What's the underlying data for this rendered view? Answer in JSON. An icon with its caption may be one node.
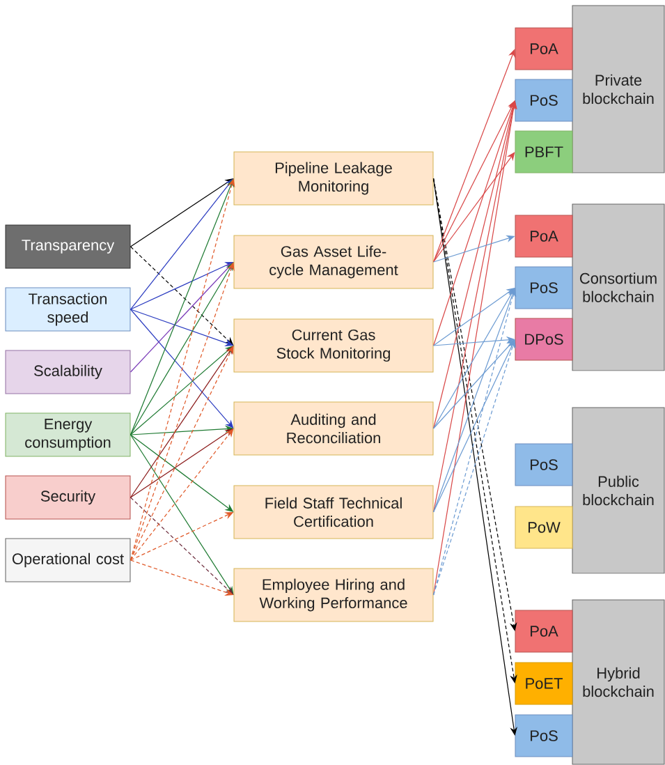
{
  "diagram": {
    "nodes": [
      {
        "text": [
          "Transparency"
        ]
      },
      {
        "text": [
          "Transaction speed"
        ]
      },
      {
        "text": [
          "Scalability"
        ]
      },
      {
        "text": [
          "Energy consumption"
        ]
      },
      {
        "text": [
          "Security"
        ]
      },
      {
        "text": [
          "Operational cost"
        ]
      },
      {
        "text": [
          "Pipeline Leakage Monitoring"
        ]
      },
      {
        "text": [
          "Gas Asset Life-cycle Management"
        ]
      },
      {
        "text": [
          "Current Gas Stock Monitoring"
        ]
      },
      {
        "text": [
          "Auditing and Reconciliation"
        ]
      },
      {
        "text": [
          "Field Staff Technical Certification"
        ]
      },
      {
        "text": [
          "Employee Hiring and Working Performance"
        ]
      },
      {
        "text": [
          "Private blockchain"
        ]
      },
      {
        "text": [
          "PoA"
        ]
      },
      {
        "text": [
          "PoS"
        ]
      },
      {
        "text": [
          "PBFT"
        ]
      },
      {
        "text": [
          "Consortium blockchain"
        ]
      },
      {
        "text": [
          "PoA"
        ]
      },
      {
        "text": [
          "PoS"
        ]
      },
      {
        "text": [
          "DPoS"
        ]
      },
      {
        "text": [
          "Public blockchain"
        ]
      },
      {
        "text": [
          "PoS"
        ]
      },
      {
        "text": [
          "PoW"
        ]
      },
      {
        "text": [
          "Hybrid blockchain"
        ]
      },
      {
        "text": [
          "PoA"
        ]
      },
      {
        "text": [
          "PoET"
        ]
      },
      {
        "text": [
          "PoS"
        ]
      }
    ],
    "edges": [
      {
        "from": 0,
        "to": 6,
        "arrow": "to",
        "color": "#000000"
      },
      {
        "from": 0,
        "to": 8,
        "arrow": "to",
        "style": "dashed",
        "color": "#000000"
      },
      {
        "from": 1,
        "to": 6,
        "arrow": "to",
        "color": "#2a3bc0"
      },
      {
        "from": 1,
        "to": 7,
        "arrow": "to",
        "color": "#2a3bc0"
      },
      {
        "from": 1,
        "to": 8,
        "arrow": "to",
        "color": "#2a3bc0"
      },
      {
        "from": 1,
        "to": 9,
        "arrow": "to",
        "color": "#2a3bc0"
      },
      {
        "from": 2,
        "to": 7,
        "arrow": "to",
        "color": "#7a3bb8"
      },
      {
        "from": 3,
        "to": 6,
        "arrow": "to",
        "color": "#1e7a32"
      },
      {
        "from": 3,
        "to": 7,
        "arrow": "to",
        "color": "#1e7a32"
      },
      {
        "from": 3,
        "to": 8,
        "arrow": "to",
        "color": "#1e7a32"
      },
      {
        "from": 3,
        "to": 9,
        "arrow": "to",
        "color": "#1e7a32"
      },
      {
        "from": 3,
        "to": 10,
        "arrow": "to",
        "color": "#1e7a32"
      },
      {
        "from": 3,
        "to": 11,
        "arrow": "to",
        "color": "#1e7a32"
      },
      {
        "from": 4,
        "to": 8,
        "arrow": "to",
        "color": "#8b1a1a"
      },
      {
        "from": 4,
        "to": 9,
        "arrow": "to",
        "color": "#8b1a1a"
      },
      {
        "from": 4,
        "to": 11,
        "arrow": "to",
        "style": "dashed",
        "color": "#6b2a3a"
      },
      {
        "from": 5,
        "to": 6,
        "arrow": "to",
        "style": "dashed",
        "color": "#e05a2a"
      },
      {
        "from": 5,
        "to": 7,
        "arrow": "to",
        "style": "dashed",
        "color": "#e05a2a"
      },
      {
        "from": 5,
        "to": 8,
        "arrow": "to",
        "style": "dashed",
        "color": "#e05a2a"
      },
      {
        "from": 5,
        "to": 9,
        "arrow": "to",
        "style": "dashed",
        "color": "#e05a2a"
      },
      {
        "from": 5,
        "to": 10,
        "arrow": "to",
        "style": "dashed",
        "color": "#e05a2a"
      },
      {
        "from": 5,
        "to": 11,
        "arrow": "to",
        "style": "dashed",
        "color": "#e05a2a"
      },
      {
        "from": 6,
        "to": 24,
        "arrow": "to",
        "style": "dashed",
        "color": "#000000"
      },
      {
        "from": 6,
        "to": 25,
        "arrow": "to",
        "style": "dashed",
        "color": "#000000"
      },
      {
        "from": 6,
        "to": 26,
        "arrow": "to",
        "color": "#000000"
      },
      {
        "from": 7,
        "to": 13,
        "arrow": "to",
        "color": "#d94848"
      },
      {
        "from": 7,
        "to": 14,
        "arrow": "to",
        "color": "#d94848"
      },
      {
        "from": 7,
        "to": 15,
        "arrow": "to",
        "color": "#d94848"
      },
      {
        "from": 8,
        "to": 14,
        "arrow": "to",
        "color": "#d94848"
      },
      {
        "from": 9,
        "to": 14,
        "arrow": "to",
        "color": "#d94848"
      },
      {
        "from": 10,
        "to": 14,
        "arrow": "to",
        "color": "#d94848"
      },
      {
        "from": 11,
        "to": 14,
        "arrow": "to",
        "color": "#d94848"
      },
      {
        "from": 7,
        "to": 17,
        "arrow": "to",
        "color": "#6c9bd2"
      },
      {
        "from": 8,
        "to": 18,
        "arrow": "to",
        "color": "#6c9bd2"
      },
      {
        "from": 8,
        "to": 19,
        "arrow": "to",
        "color": "#6c9bd2"
      },
      {
        "from": 9,
        "to": 18,
        "arrow": "to",
        "color": "#6c9bd2"
      },
      {
        "from": 9,
        "to": 19,
        "arrow": "to",
        "color": "#6c9bd2"
      },
      {
        "from": 10,
        "to": 18,
        "arrow": "to",
        "color": "#6c9bd2"
      },
      {
        "from": 10,
        "to": 19,
        "arrow": "to",
        "color": "#6c9bd2"
      },
      {
        "from": 11,
        "to": 18,
        "arrow": "to",
        "style": "dashed",
        "color": "#6c9bd2"
      },
      {
        "from": 11,
        "to": 19,
        "arrow": "to",
        "style": "dashed",
        "color": "#6c9bd2"
      }
    ]
  }
}
